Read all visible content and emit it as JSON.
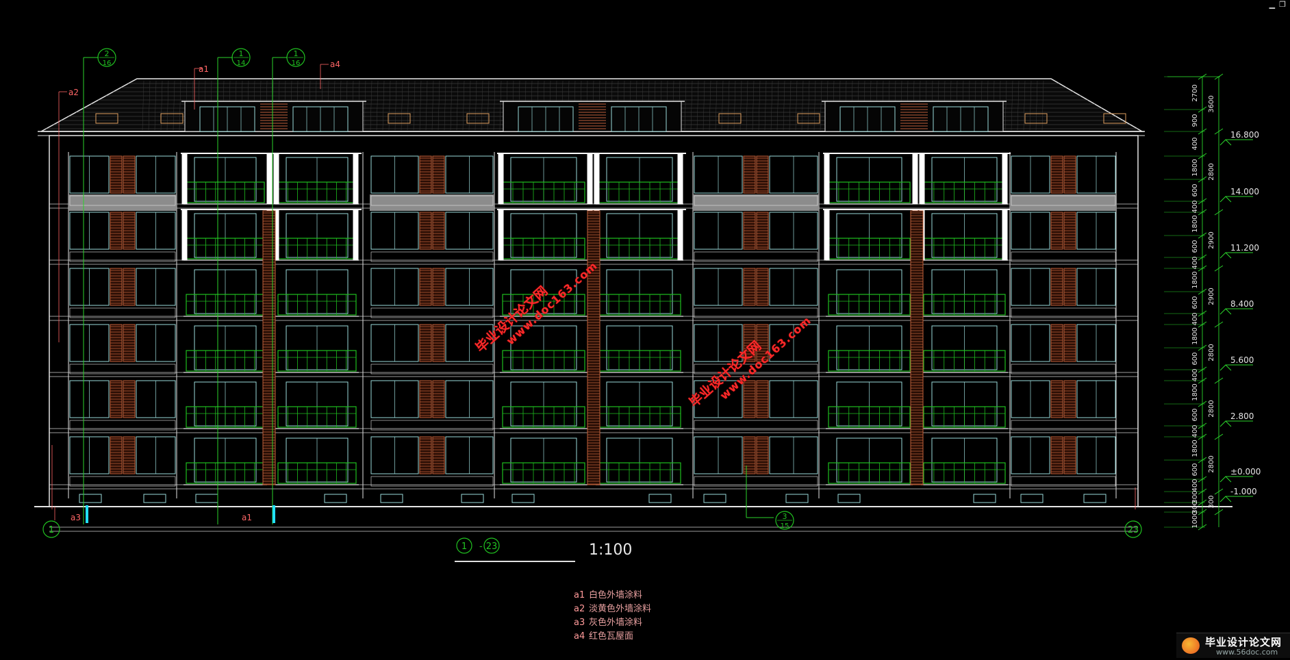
{
  "window": {
    "minimize_icon": "minimize-icon",
    "restore_icon": "restore-icon"
  },
  "grid_bubbles": {
    "bottom_left": "1",
    "bottom_right": "23",
    "title_left": "1",
    "title_right": "23",
    "top": [
      {
        "num": "2",
        "den": "16"
      },
      {
        "num": "1",
        "den": "14"
      },
      {
        "num": "1",
        "den": "16"
      }
    ],
    "bottom_mid": {
      "num": "3",
      "den": "15"
    }
  },
  "title": {
    "separator": "-",
    "scale": "1:100"
  },
  "material_tags": {
    "a1_top": "a1",
    "a4_top": "a4",
    "a2_left": "a2",
    "a3_bottom": "a3",
    "a1_bottom": "a1"
  },
  "dims": {
    "segments": [
      "2700",
      "900",
      "400",
      "1800",
      "600",
      "400",
      "1800",
      "600",
      "400",
      "1800",
      "600",
      "400",
      "1800",
      "600",
      "400",
      "1800",
      "600",
      "400",
      "1800",
      "600",
      "400",
      "300",
      "300",
      "1000"
    ],
    "outer": [
      "3600",
      "2800",
      "2900",
      "2900",
      "2800",
      "2800",
      "2800",
      "300"
    ]
  },
  "elevations": [
    "16.800",
    "14.000",
    "11.200",
    "8.400",
    "5.600",
    "2.800",
    "±0.000",
    "-1.000"
  ],
  "legend": [
    {
      "code": "a1",
      "text": "白色外墙涂料"
    },
    {
      "code": "a2",
      "text": "淡黄色外墙涂料"
    },
    {
      "code": "a3",
      "text": "灰色外墙涂料"
    },
    {
      "code": "a4",
      "text": "红色瓦屋面"
    }
  ],
  "watermarks": [
    {
      "cn": "毕业设计论文网",
      "url": "www.doc163.com"
    },
    {
      "cn": "毕业设计论文网",
      "url": "www.doc163.com"
    }
  ],
  "logo": {
    "title": "毕业设计论文网",
    "url": "www.56doc.com"
  },
  "colors": {
    "background": "#000000",
    "outline": "#e6e6e6",
    "window": "#9adada",
    "railing": "#1fbf1f",
    "shutter": "#c0603a",
    "dimension": "#2bd42b",
    "leader": "#ff6666",
    "bubble": "#21c321",
    "gray_band": "#8c8c8c",
    "cyan_mark": "#22e0ff"
  }
}
